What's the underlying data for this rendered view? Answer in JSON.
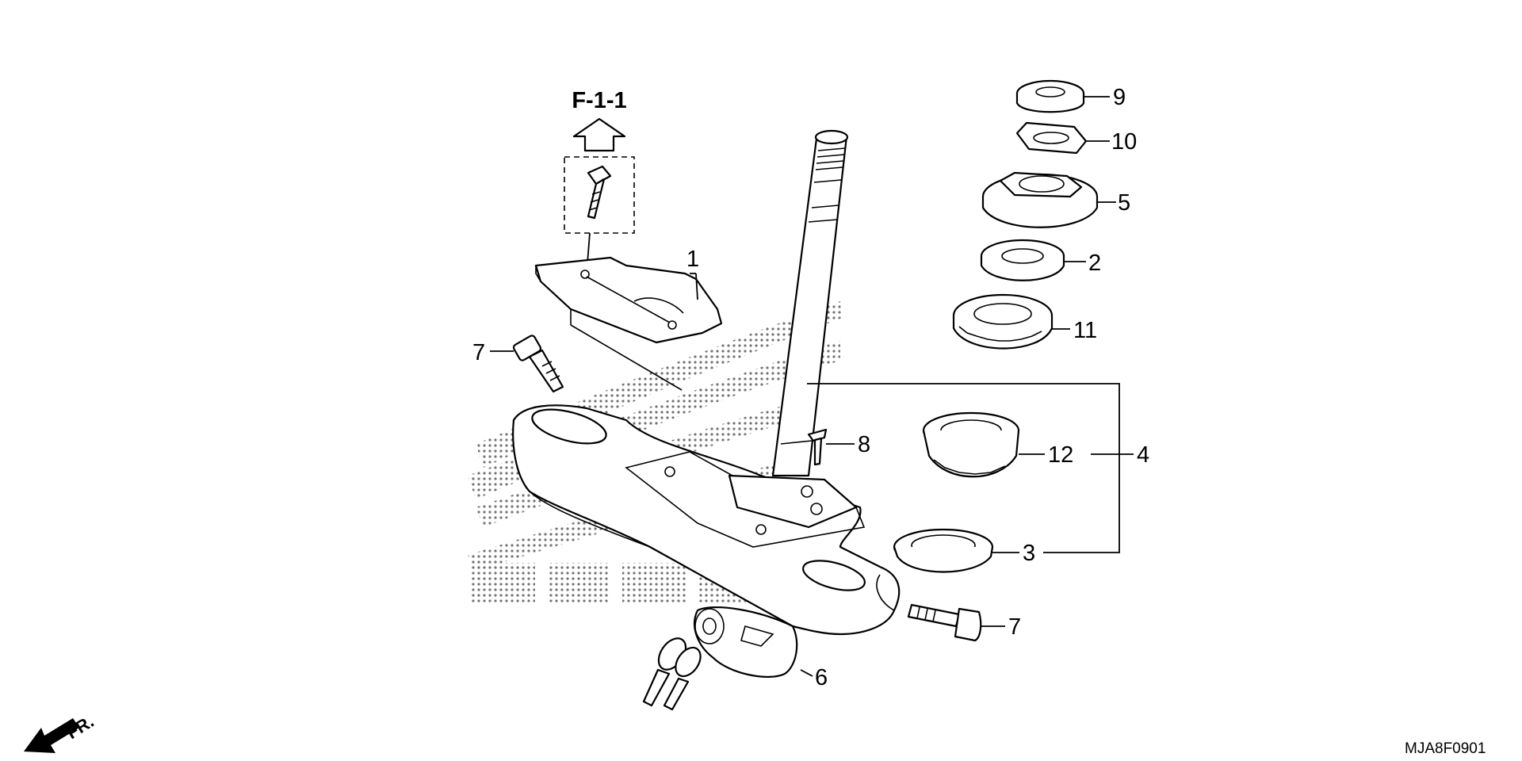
{
  "diagram": {
    "reference": "F-1-1",
    "direction_label": "FR.",
    "diagram_code": "MJA8F0901",
    "callouts": [
      {
        "id": "c1",
        "text": "1"
      },
      {
        "id": "c2",
        "text": "2"
      },
      {
        "id": "c3",
        "text": "3"
      },
      {
        "id": "c4",
        "text": "4"
      },
      {
        "id": "c5",
        "text": "5"
      },
      {
        "id": "c6",
        "text": "6"
      },
      {
        "id": "c7a",
        "text": "7"
      },
      {
        "id": "c7b",
        "text": "7"
      },
      {
        "id": "c8",
        "text": "8"
      },
      {
        "id": "c9",
        "text": "9"
      },
      {
        "id": "c10",
        "text": "10"
      },
      {
        "id": "c11",
        "text": "11"
      },
      {
        "id": "c12",
        "text": "12"
      }
    ]
  }
}
